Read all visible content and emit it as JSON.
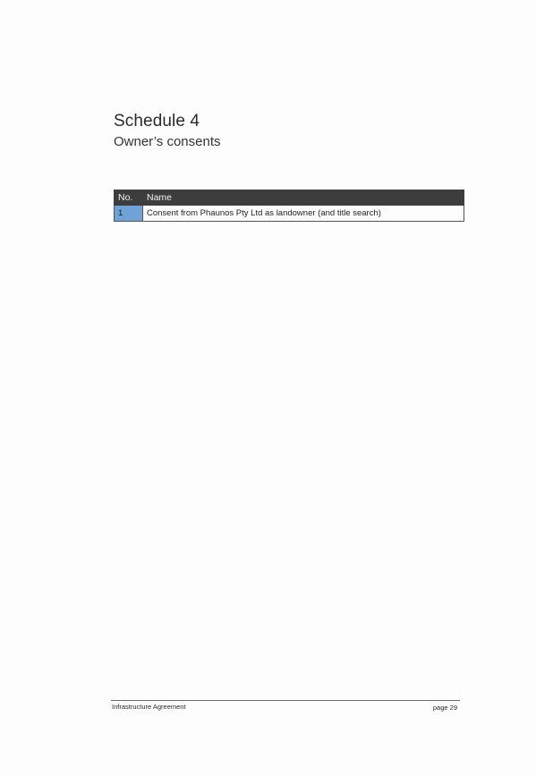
{
  "schedule": {
    "title": "Schedule 4",
    "subtitle": "Owner’s consents"
  },
  "table": {
    "headers": {
      "no": "No.",
      "name": "Name"
    },
    "rows": [
      {
        "no": "1",
        "name": "Consent from Phaunos Pty Ltd as landowner (and title search)"
      }
    ]
  },
  "footer": {
    "document_name": "Infrastructure Agreement",
    "page_label": "page 29"
  },
  "colors": {
    "header_bg": "#3d3d3d",
    "number_cell_bg": "#6fa2d6"
  }
}
